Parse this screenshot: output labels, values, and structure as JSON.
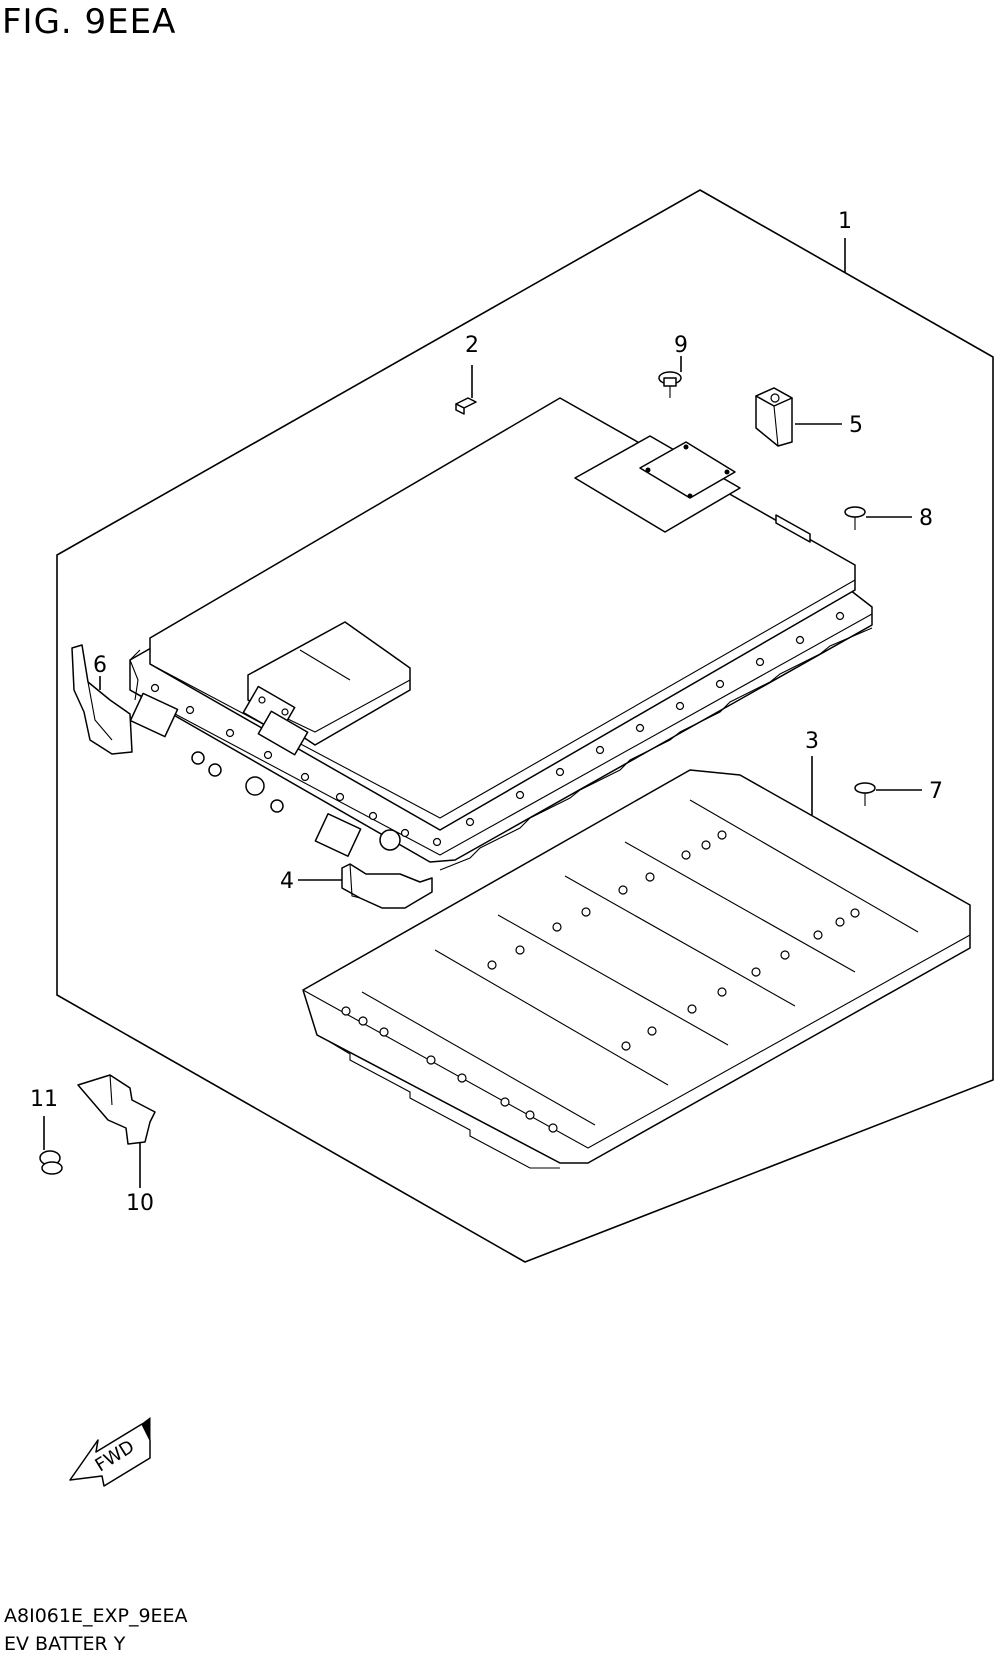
{
  "figure": {
    "title": "FIG. 9EEA",
    "code": "A8I061E_EXP_9EEA",
    "name": "EV BATTER Y"
  },
  "callouts": [
    {
      "number": "1"
    },
    {
      "number": "2"
    },
    {
      "number": "3"
    },
    {
      "number": "4"
    },
    {
      "number": "5"
    },
    {
      "number": "6"
    },
    {
      "number": "7"
    },
    {
      "number": "8"
    },
    {
      "number": "9"
    },
    {
      "number": "10"
    },
    {
      "number": "11"
    }
  ],
  "direction_arrow": {
    "label": "FWD"
  }
}
